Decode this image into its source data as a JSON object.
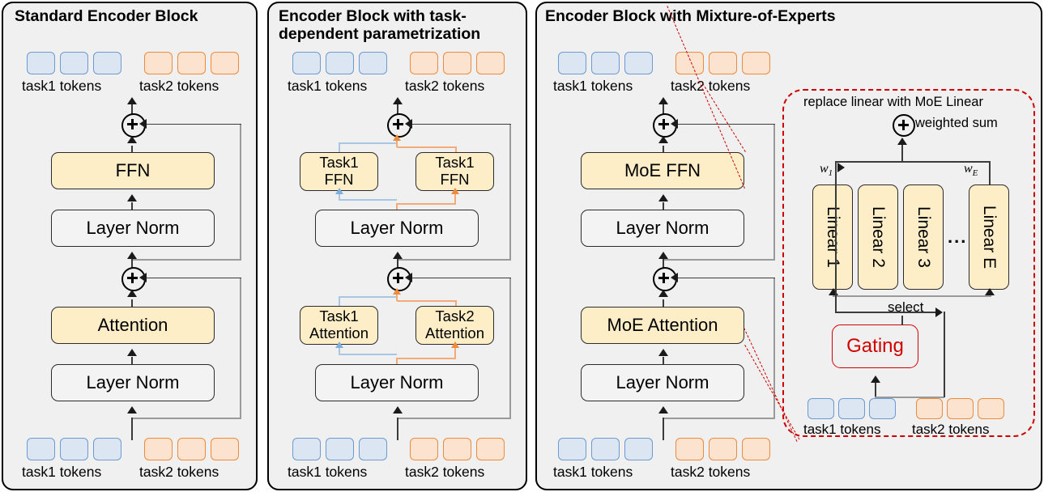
{
  "figure": {
    "type": "diagram",
    "description": "Comparison of three transformer encoder block variants: standard, task-dependent parametrization, and Mixture-of-Experts"
  },
  "colors": {
    "panel_bg": "#f0f0f0",
    "task1_fill": "#dce6f3",
    "task1_border": "#6b9bd2",
    "task2_fill": "#fce3cf",
    "task2_border": "#ed8b3c",
    "module_fill": "#fdeec8",
    "norm_fill": "#f3f3f3",
    "gating_color": "#d00000",
    "callout_color": "#cc0000"
  },
  "labels": {
    "task1_tokens": "task1 tokens",
    "task2_tokens": "task2 tokens",
    "layer_norm": "Layer Norm"
  },
  "panels": [
    {
      "id": "standard",
      "title": "Standard Encoder Block",
      "top_tokens": {
        "task1": "task1 tokens",
        "task2": "task2 tokens"
      },
      "bottom_tokens": {
        "task1": "task1 tokens",
        "task2": "task2 tokens"
      },
      "modules": [
        {
          "name": "ffn",
          "label": "FFN",
          "style": "yellow"
        },
        {
          "name": "layer-norm-upper",
          "label": "Layer Norm",
          "style": "white"
        },
        {
          "name": "attention",
          "label": "Attention",
          "style": "yellow"
        },
        {
          "name": "layer-norm-lower",
          "label": "Layer Norm",
          "style": "white"
        }
      ],
      "residual_adds": 2
    },
    {
      "id": "task-dependent",
      "title": "Encoder Block with  task-dependent parametrization",
      "top_tokens": {
        "task1": "task1 tokens",
        "task2": "task2 tokens"
      },
      "bottom_tokens": {
        "task1": "task1 tokens",
        "task2": "task2 tokens"
      },
      "modules": [
        {
          "name": "task1-ffn",
          "label": "Task1\nFFN",
          "style": "yellow"
        },
        {
          "name": "task1-ffn-right",
          "label": "Task1\nFFN",
          "style": "yellow"
        },
        {
          "name": "layer-norm-upper",
          "label": "Layer Norm",
          "style": "white"
        },
        {
          "name": "task1-attention",
          "label": "Task1\nAttention",
          "style": "yellow"
        },
        {
          "name": "task2-attention",
          "label": "Task2\nAttention",
          "style": "yellow"
        },
        {
          "name": "layer-norm-lower",
          "label": "Layer Norm",
          "style": "white"
        }
      ],
      "residual_adds": 2
    },
    {
      "id": "mixture-of-experts",
      "title": "Encoder Block with  Mixture-of-Experts",
      "top_tokens": {
        "task1": "task1 tokens",
        "task2": "task2 tokens"
      },
      "bottom_tokens": {
        "task1": "task1 tokens",
        "task2": "task2 tokens"
      },
      "modules": [
        {
          "name": "moe-ffn",
          "label": "MoE FFN",
          "style": "yellow"
        },
        {
          "name": "layer-norm-upper",
          "label": "Layer Norm",
          "style": "white"
        },
        {
          "name": "moe-attention",
          "label": "MoE Attention",
          "style": "yellow"
        },
        {
          "name": "layer-norm-lower",
          "label": "Layer Norm",
          "style": "white"
        }
      ],
      "residual_adds": 2,
      "callout": {
        "caption": "replace linear with MoE Linear",
        "weighted_sum_label": "weighted sum",
        "experts": [
          {
            "name": "linear-1",
            "label": "Linear 1",
            "weight": "w",
            "weight_sub": "1"
          },
          {
            "name": "linear-2",
            "label": "Linear 2"
          },
          {
            "name": "linear-3",
            "label": "Linear 3"
          },
          {
            "name": "linear-E",
            "label": "Linear E",
            "weight": "w",
            "weight_sub": "E"
          }
        ],
        "ellipsis": "...",
        "select_label": "select",
        "gating_label": "Gating",
        "tokens": {
          "task1": "task1 tokens",
          "task2": "task2 tokens"
        }
      }
    }
  ]
}
